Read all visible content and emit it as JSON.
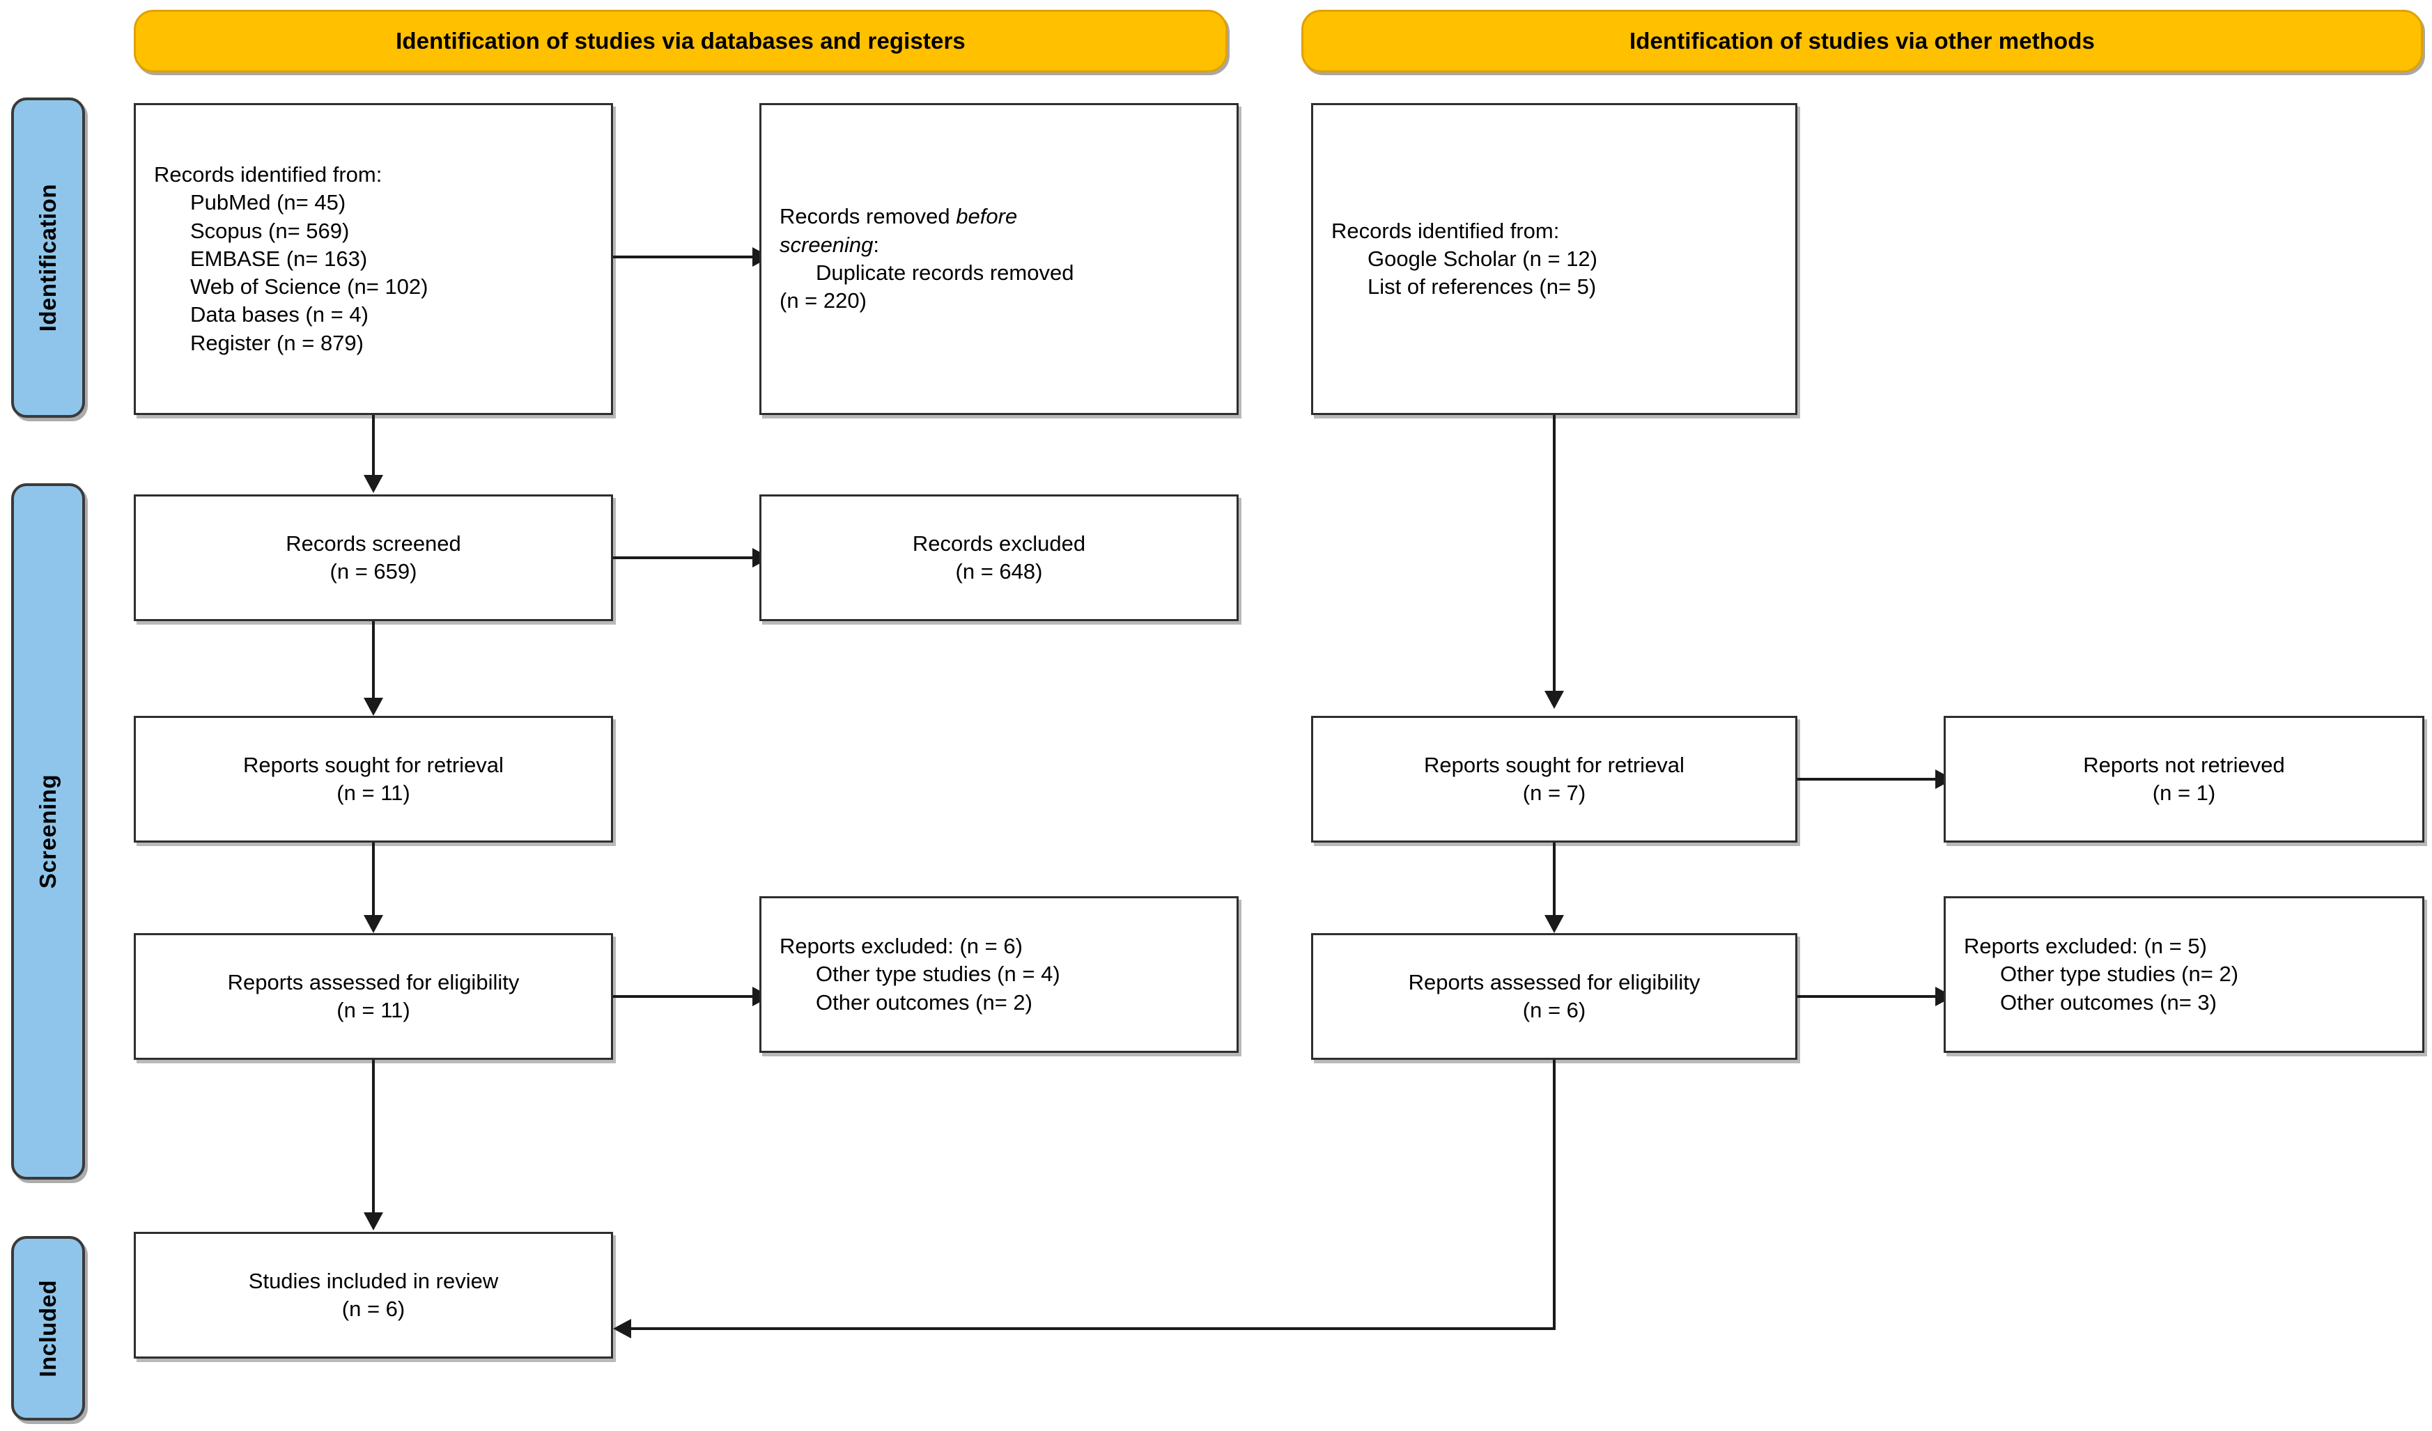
{
  "diagram": {
    "title": "PRISMA 2020 flow diagram",
    "colors": {
      "header_fill": "#FFC000",
      "header_border": "#E0A200",
      "phase_fill": "#8FC5EA",
      "box_border": "#2E2E2E",
      "connector": "#1A1A1A",
      "background": "#FFFFFF"
    }
  },
  "headers": {
    "databases": "Identification of studies via databases and registers",
    "other": "Identification of studies via other methods"
  },
  "phases": {
    "identification": "Identification",
    "screening": "Screening",
    "included": "Included"
  },
  "boxes": {
    "records_identified_db": {
      "title": "Records identified from:",
      "items": [
        "PubMed (n= 45)",
        "Scopus (n= 569)",
        "EMBASE (n= 163)",
        "Web of Science (n= 102)",
        "Data bases (n = 4)",
        "Register (n = 879)"
      ]
    },
    "records_removed": {
      "line1a": "Records removed ",
      "line1b": "before",
      "line2a": "screening",
      "line2b": ":",
      "item1": "Duplicate records removed",
      "item2": "(n = 220)"
    },
    "records_identified_other": {
      "title": "Records identified from:",
      "items": [
        "Google Scholar (n = 12)",
        "List of references (n= 5)"
      ]
    },
    "records_screened": {
      "line1": "Records screened",
      "line2": "(n = 659)"
    },
    "records_excluded": {
      "line1": "Records excluded",
      "line2": "(n = 648)"
    },
    "reports_sought_db": {
      "line1": "Reports sought for retrieval",
      "line2": "(n = 11)"
    },
    "reports_sought_other": {
      "line1": "Reports sought for retrieval",
      "line2": "(n = 7)"
    },
    "reports_not_retrieved": {
      "line1": "Reports not retrieved",
      "line2": "(n = 1)"
    },
    "reports_assessed_db": {
      "line1": "Reports assessed for eligibility",
      "line2": "(n = 11)"
    },
    "reports_assessed_other": {
      "line1": "Reports assessed for eligibility",
      "line2": "(n = 6)"
    },
    "reports_excluded_db": {
      "title": "Reports excluded: (n = 6)",
      "items": [
        "Other type studies (n = 4)",
        "Other outcomes (n= 2)"
      ]
    },
    "reports_excluded_other": {
      "title": "Reports excluded: (n = 5)",
      "items": [
        "Other type studies (n= 2)",
        "Other outcomes (n= 3)"
      ]
    },
    "studies_included": {
      "line1": "Studies included in review",
      "line2": "(n = 6)"
    }
  }
}
